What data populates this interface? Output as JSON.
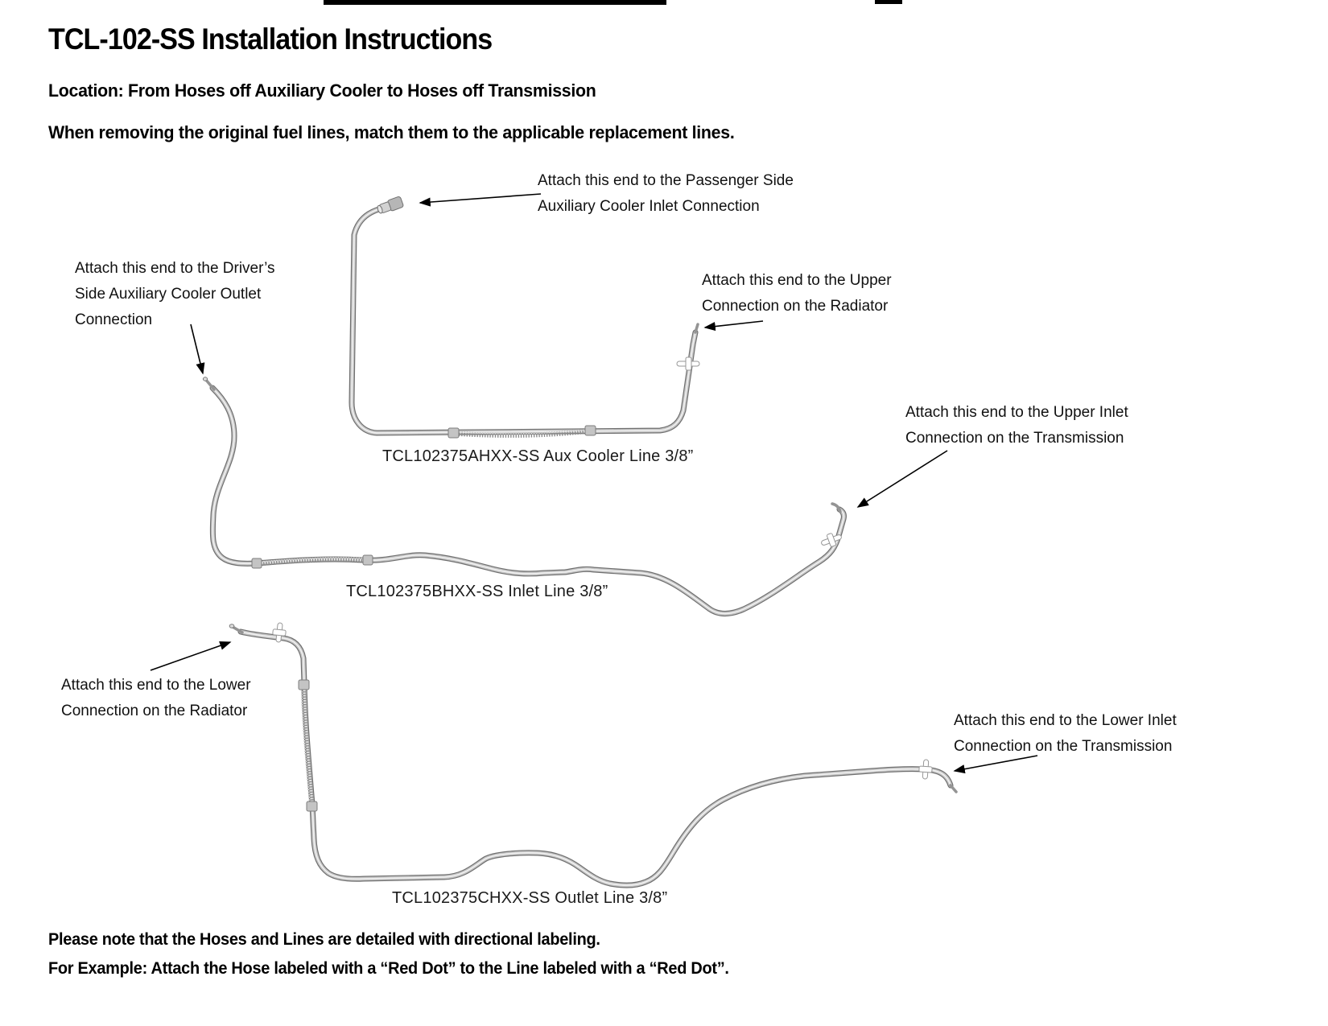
{
  "page": {
    "title": "TCL-102-SS Installation Instructions",
    "location_line": "Location: From Hoses off Auxiliary Cooler to Hoses off Transmission",
    "instruction_line": "When removing the original fuel lines, match them to the applicable replacement lines.",
    "note_line1": "Please note that the Hoses and Lines are detailed with directional labeling.",
    "note_line2": "For Example: Attach the Hose labeled with a “Red Dot” to the Line labeled with a “Red Dot”."
  },
  "annotations": [
    {
      "id": "passenger-side-aux-cooler-inlet",
      "lines": [
        "Attach this end to the Passenger Side",
        "Auxiliary Cooler Inlet Connection"
      ]
    },
    {
      "id": "driver-side-aux-cooler-outlet",
      "lines": [
        "Attach this end to the Driver’s",
        "Side Auxiliary Cooler Outlet",
        "Connection"
      ]
    },
    {
      "id": "upper-radiator-connection",
      "lines": [
        "Attach this end to the Upper",
        "Connection on the Radiator"
      ]
    },
    {
      "id": "upper-inlet-transmission",
      "lines": [
        "Attach this end to the Upper Inlet",
        "Connection on the Transmission"
      ]
    },
    {
      "id": "lower-radiator-connection",
      "lines": [
        "Attach this end to the Lower",
        "Connection on the Radiator"
      ]
    },
    {
      "id": "lower-inlet-transmission",
      "lines": [
        "Attach this end to the Lower Inlet",
        "Connection on the Transmission"
      ]
    }
  ],
  "captions": [
    {
      "id": "aux-cooler-line",
      "text": "TCL102375AHXX-SS Aux Cooler Line 3/8”"
    },
    {
      "id": "inlet-line",
      "text": "TCL102375BHXX-SS Inlet Line 3/8”"
    },
    {
      "id": "outlet-line",
      "text": "TCL102375CHXX-SS Outlet Line 3/8”"
    }
  ],
  "colors": {
    "text": "#000000",
    "tube_light": "#c6c6c6",
    "tube_dark": "#6f6f6f",
    "braid": "#8a8a8a",
    "clip": "#ffffff",
    "arrow": "#000000",
    "top_bar": "#000000"
  }
}
